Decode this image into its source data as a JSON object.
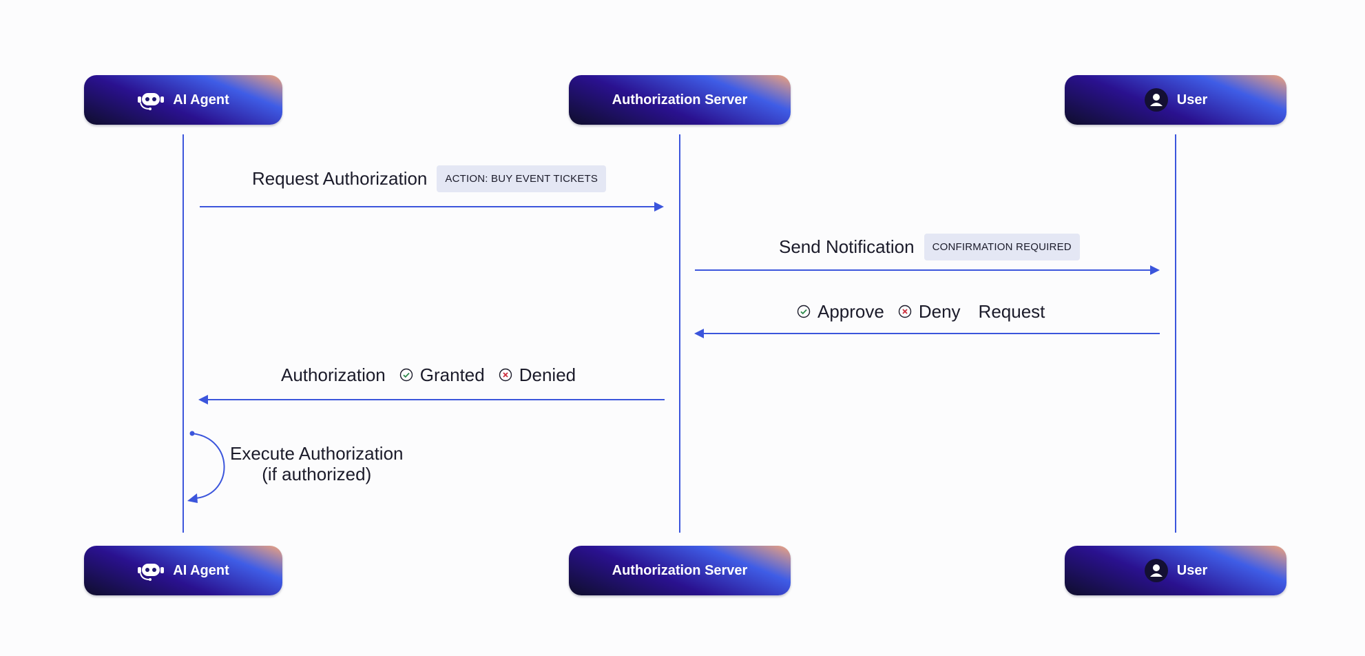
{
  "actors": {
    "ai_agent": "AI Agent",
    "auth_server": "Authorization Server",
    "user": "User"
  },
  "messages": {
    "request_authorization": {
      "label": "Request Authorization",
      "tag": "ACTION: BUY EVENT TICKETS"
    },
    "send_notification": {
      "label": "Send Notification",
      "tag": "CONFIRMATION REQUIRED"
    },
    "user_response": {
      "approve": "Approve",
      "deny": "Deny",
      "request": "Request"
    },
    "authorization_result": {
      "label": "Authorization",
      "granted": "Granted",
      "denied": "Denied"
    },
    "execute": {
      "line1": "Execute Authorization",
      "line2": "(if authorized)"
    }
  },
  "colors": {
    "line": "#3b55dc",
    "approve": "#2c8a4a",
    "deny": "#cc2d3b"
  },
  "icons": {
    "ai_agent": "robot-headset-icon",
    "user": "user-avatar-icon",
    "approve": "check-circle-icon",
    "deny": "x-circle-icon"
  }
}
